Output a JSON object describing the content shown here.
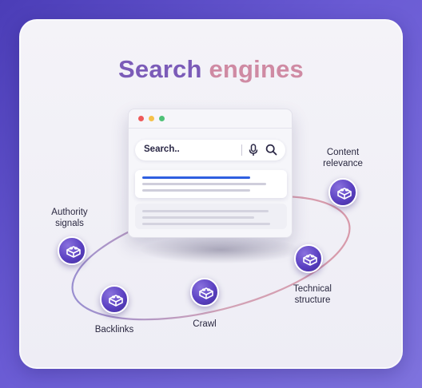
{
  "title": {
    "word1": "Search",
    "word2": "engines"
  },
  "browser": {
    "search_placeholder": "Search..",
    "mic_icon": "microphone-icon",
    "search_icon": "search-icon"
  },
  "nodes": [
    {
      "id": "content-relevance",
      "label_line1": "Content",
      "label_line2": "relevance",
      "icon": "cube-icon"
    },
    {
      "id": "technical-structure",
      "label_line1": "Technical",
      "label_line2": "structure",
      "icon": "cube-icon"
    },
    {
      "id": "crawl",
      "label_line1": "Crawl",
      "label_line2": "",
      "icon": "cube-icon"
    },
    {
      "id": "backlinks",
      "label_line1": "Backlinks",
      "label_line2": "",
      "icon": "cube-icon"
    },
    {
      "id": "authority-signals",
      "label_line1": "Authority",
      "label_line2": "signals",
      "icon": "cube-icon"
    }
  ],
  "colors": {
    "title_word1": "#7b5bb8",
    "title_word2": "#cf8aa3",
    "node_fill": "#5b41c2",
    "result_highlight": "#2f5fe0"
  }
}
